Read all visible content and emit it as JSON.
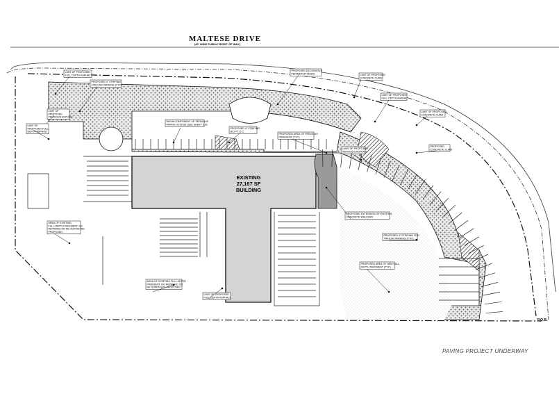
{
  "street": {
    "name": "MALTESE DRIVE",
    "row_note": "(60' WIDE PUBLIC RIGHT OF WAY)"
  },
  "building": {
    "line1": "EXISTING",
    "line2": "27,167 SF",
    "line3": "BUILDING"
  },
  "caption": "PAVING PROJECT UNDERWAY",
  "pob_label": "P.O.B.",
  "callouts": [
    "LIMIT OF PROPOSED FULL DEPTH ASPHALT",
    "PROPOSED 4\" STRIPING FOR CAR PARKING (TYP.)",
    "LIMIT OF PROPOSED PERVIOUS ASPHALT",
    "LIMIT OF PROPOSED FULL DEPTH ASPHALT",
    "BASIN COMPONENT OF PERVIOUS PAVING SYSTEM (SEE SHEET C-8)",
    "PROPOSED DECORATIVE PERIMETER FENCE",
    "PROPOSED 4\" STRIPING @ 2 FT O.C.",
    "PROPOSED AREA OF PERVIOUS PAVEMENT (TYP.)",
    "LIMIT OF PROPOSED CONCRETE CURB",
    "LIMIT OF PROPOSED FULL DEPTH ASPHALT",
    "LIMIT OF PROPOSED CONCRETE CURB",
    "LIMIT OF PROPOSED PERVIOUS ASPHALT",
    "PROPOSED CONCRETE CURB",
    "PROPOSED EXTENSION OF EXISTING CONCRETE WALKWAY",
    "PROPOSED 4\" STRIPING FOR TRAILER PARKING (TYP.)",
    "PROPOSED AREA OF NEW FULL DEPTH PAVEMENT (TYP.)",
    "AREA OF EXISTING FULL-DEPTH PAVEMENT. NO REPAVING OR RE-SURFACING PROPOSED.",
    "AREA OF EXISTING FULL-DEPTH PAVEMENT. NO REPAVING OR RE-SURFACING PROPOSED.",
    "LIMIT OF PROPOSED FULL DEPTH ASPHALT"
  ],
  "colors": {
    "line": "#1a1a1a",
    "building_fill": "#d4d4d4",
    "walk_fill": "#9a9a9a",
    "paving_stipple": "#5a5a5a",
    "caption": "#444444"
  }
}
